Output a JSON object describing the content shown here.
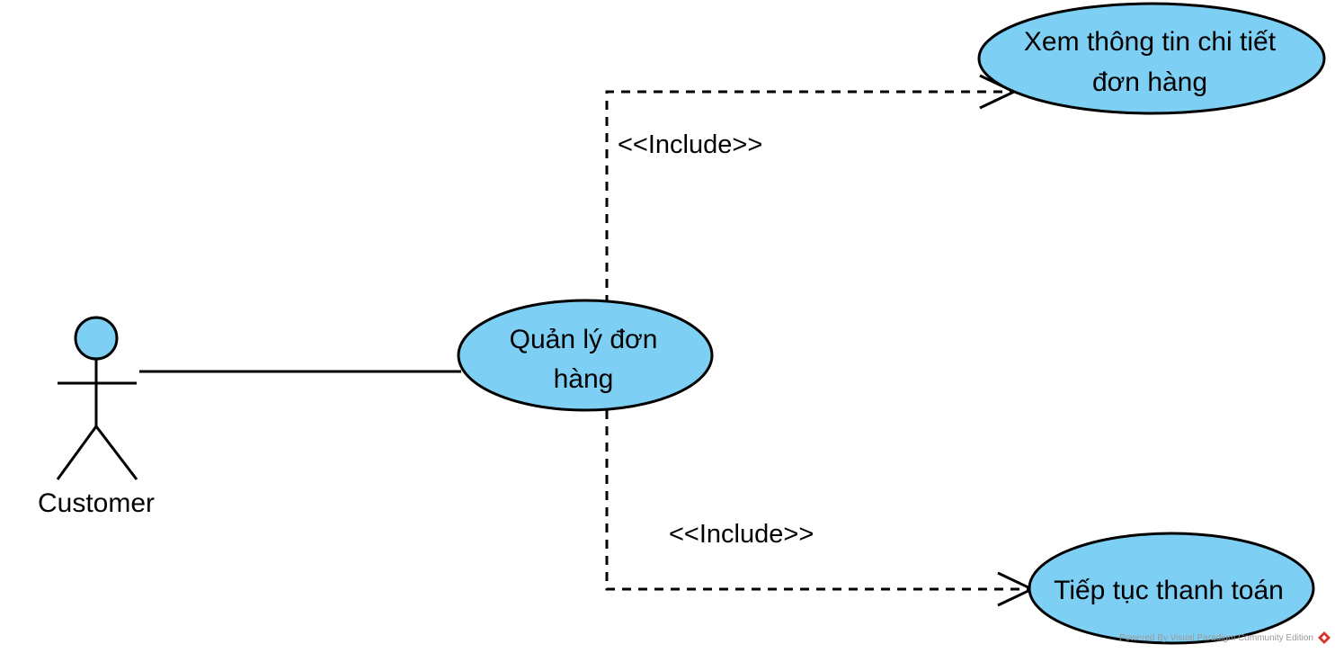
{
  "colors": {
    "usecase_fill": "#7ecff4",
    "stroke": "#000000",
    "background": "#ffffff",
    "watermark_logo": "#d9342b"
  },
  "actor": {
    "name": "Customer"
  },
  "use_cases": {
    "main": {
      "lines": [
        "Quản lý đơn",
        "hàng"
      ]
    },
    "view_detail": {
      "lines": [
        "Xem thông tin chi tiết",
        "đơn hàng"
      ]
    },
    "checkout": {
      "lines": [
        "Tiếp tục thanh toán"
      ]
    }
  },
  "relations": {
    "include_top": {
      "stereotype": "<<Include>>"
    },
    "include_bottom": {
      "stereotype": "<<Include>>"
    }
  },
  "watermark": {
    "text": "Powered By  Visual Paradigm Community Edition",
    "icon": "visual-paradigm-logo-icon"
  }
}
